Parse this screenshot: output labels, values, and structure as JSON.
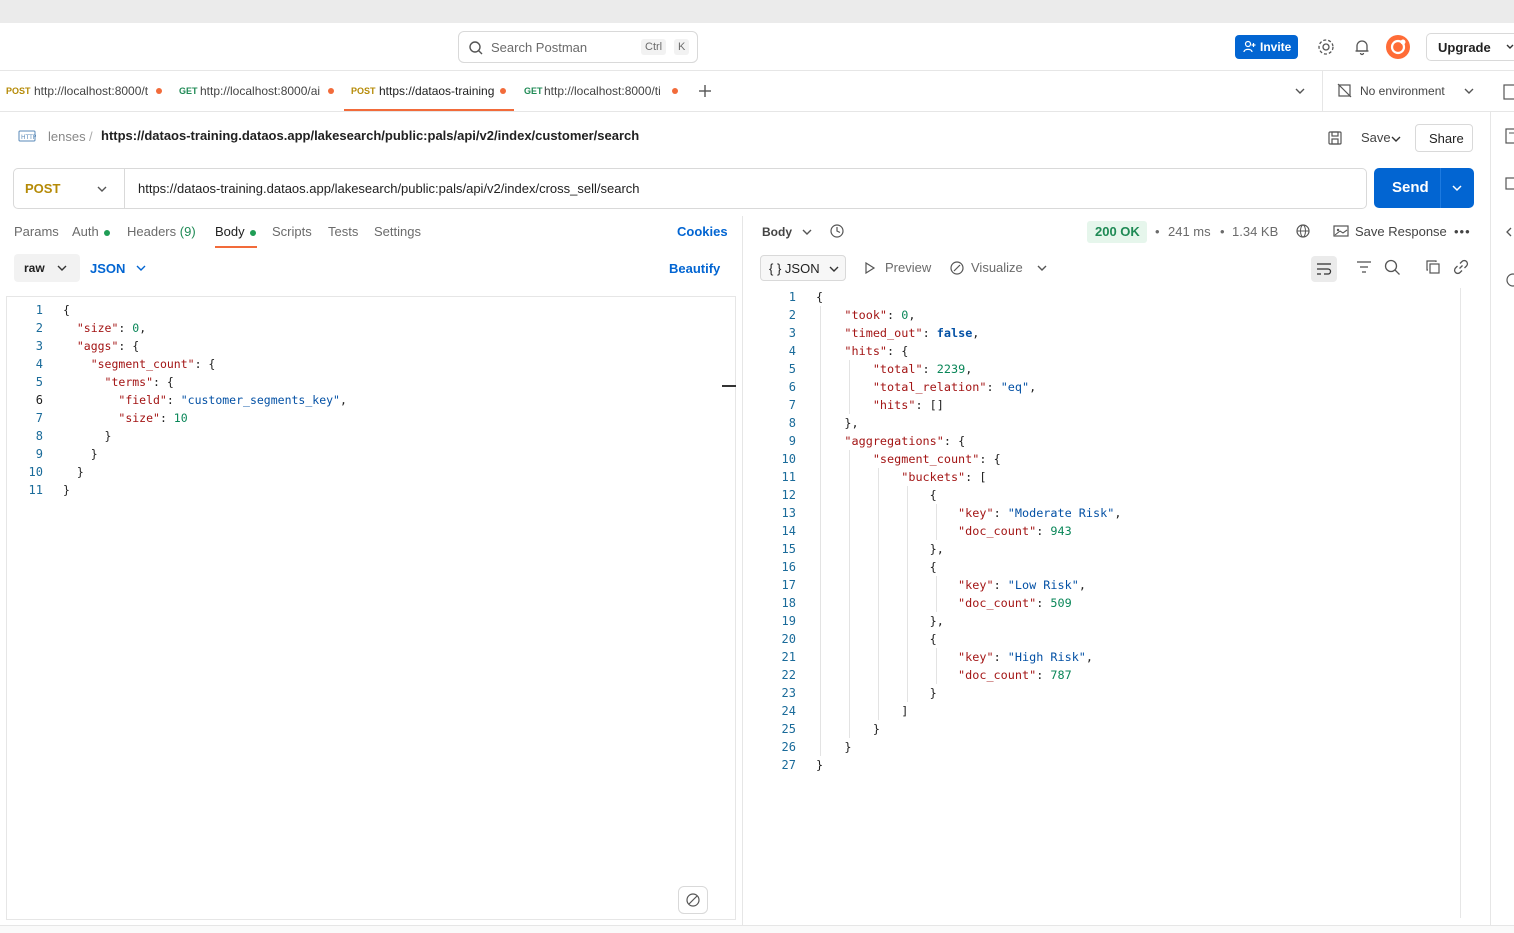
{
  "header": {
    "search_placeholder": "Search Postman",
    "kbd_ctrl": "Ctrl",
    "kbd_k": "K",
    "invite_label": "Invite",
    "upgrade_label": "Upgrade"
  },
  "tabs": [
    {
      "method": "POST",
      "url": "http://localhost:8000/t"
    },
    {
      "method": "GET",
      "url": "http://localhost:8000/ai"
    },
    {
      "method": "POST",
      "url": "https://dataos-training"
    },
    {
      "method": "GET",
      "url": "http://localhost:8000/ti"
    }
  ],
  "environment": "No environment",
  "breadcrumb": {
    "collection": "lenses",
    "separator": "/",
    "request_name": "https://dataos-training.dataos.app/lakesearch/public:pals/api/v2/index/customer/search"
  },
  "actions": {
    "save": "Save",
    "share": "Share"
  },
  "request": {
    "method": "POST",
    "url": "https://dataos-training.dataos.app/lakesearch/public:pals/api/v2/index/cross_sell/search",
    "send_label": "Send",
    "tabs": {
      "params": "Params",
      "auth": "Auth",
      "headers": "Headers",
      "headers_count": "(9)",
      "body": "Body",
      "scripts": "Scripts",
      "tests": "Tests",
      "settings": "Settings"
    },
    "cookies": "Cookies",
    "body_mode": "raw",
    "body_format": "JSON",
    "beautify": "Beautify"
  },
  "response": {
    "body_label": "Body",
    "status": "200 OK",
    "time": "241 ms",
    "size": "1.34 KB",
    "save_response": "Save Response",
    "format": "JSON",
    "preview": "Preview",
    "visualize": "Visualize"
  },
  "colors": {
    "accent": "#f26b3a",
    "primary": "#0265d2",
    "success": "#1f8a55"
  }
}
